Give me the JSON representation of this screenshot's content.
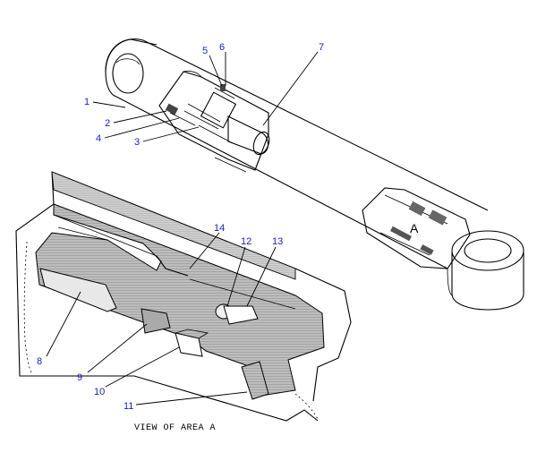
{
  "callouts": [
    {
      "id": "1",
      "label": "1"
    },
    {
      "id": "2",
      "label": "2"
    },
    {
      "id": "3",
      "label": "3"
    },
    {
      "id": "4",
      "label": "4"
    },
    {
      "id": "5",
      "label": "5"
    },
    {
      "id": "6",
      "label": "6"
    },
    {
      "id": "7",
      "label": "7"
    },
    {
      "id": "8",
      "label": "8"
    },
    {
      "id": "9",
      "label": "9"
    },
    {
      "id": "10",
      "label": "10"
    },
    {
      "id": "11",
      "label": "11"
    },
    {
      "id": "12",
      "label": "12"
    },
    {
      "id": "13",
      "label": "13"
    },
    {
      "id": "14",
      "label": "14"
    }
  ],
  "area_marker": "A",
  "caption": "VIEW OF AREA A",
  "colors": {
    "callout": "#1a1acc",
    "line": "#000000",
    "hatch": "#9a9a9a"
  }
}
